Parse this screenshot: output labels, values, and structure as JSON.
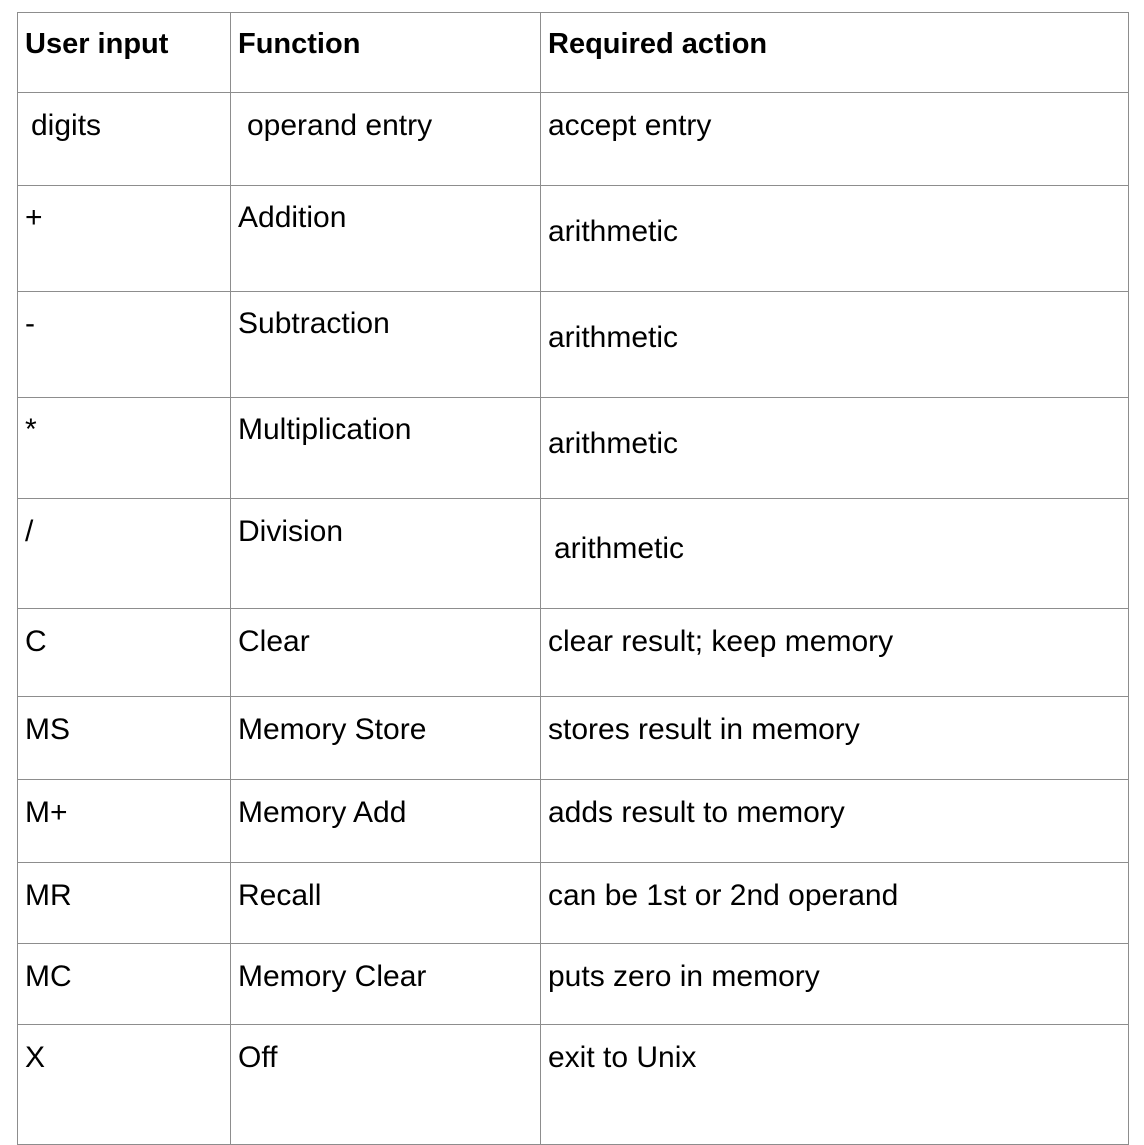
{
  "table": {
    "columns": [
      "User input",
      "Function",
      "Required action"
    ],
    "rows": [
      {
        "input": "digits",
        "function": "operand entry",
        "action": "accept entry"
      },
      {
        "input": "+",
        "function": "Addition",
        "action": "arithmetic"
      },
      {
        "input": "-",
        "function": "Subtraction",
        "action": "arithmetic"
      },
      {
        "input": "*",
        "function": "Multiplication",
        "action": "arithmetic"
      },
      {
        "input": "/",
        "function": "Division",
        "action": "arithmetic"
      },
      {
        "input": "C",
        "function": "Clear",
        "action": "clear result; keep memory"
      },
      {
        "input": "MS",
        "function": "Memory Store",
        "action": "stores result in memory"
      },
      {
        "input": "M+",
        "function": "Memory Add",
        "action": "adds result to memory"
      },
      {
        "input": "MR",
        "function": "Recall",
        "action": "can be 1st or 2nd operand"
      },
      {
        "input": "MC",
        "function": "Memory Clear",
        "action": "puts zero in memory"
      },
      {
        "input": "X",
        "function": "Off",
        "action": "exit to Unix"
      }
    ]
  },
  "colors": {
    "text": "#000000",
    "page_background": "#ffffff",
    "cell_background": "#ffffff",
    "grid_light": "#8d8d8d",
    "grid_heavy": "#111111"
  }
}
